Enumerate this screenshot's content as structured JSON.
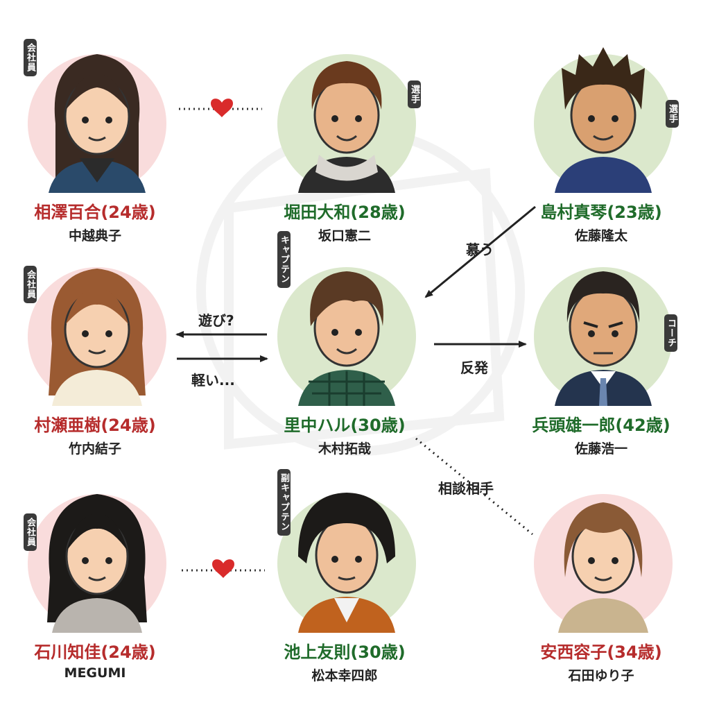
{
  "colors": {
    "female_name": "#b62c2c",
    "male_name": "#1f6b2a",
    "pink_circle": "#f9dcdc",
    "green_circle": "#dbe8cc",
    "heart": "#d92b2b",
    "badge_bg": "#3a3a3a"
  },
  "characters": {
    "aizawa": {
      "name": "相澤百合(24歳)",
      "actor": "中越典子",
      "badge": "会社員"
    },
    "horita": {
      "name": "堀田大和(28歳)",
      "actor": "坂口憲二",
      "badge": "選手"
    },
    "shimamura": {
      "name": "島村真琴(23歳)",
      "actor": "佐藤隆太",
      "badge": "選手"
    },
    "murase": {
      "name": "村瀬亜樹(24歳)",
      "actor": "竹内結子",
      "badge": "会社員"
    },
    "satonaka": {
      "name": "里中ハル(30歳)",
      "actor": "木村拓哉",
      "badge": "キャプテン"
    },
    "hyodo": {
      "name": "兵頭雄一郎(42歳)",
      "actor": "佐藤浩一",
      "badge": "コーチ"
    },
    "ishikawa": {
      "name": "石川知佳(24歳)",
      "actor": "MEGUMI",
      "badge": "会社員"
    },
    "ikegami": {
      "name": "池上友則(30歳)",
      "actor": "松本幸四郎",
      "badge": "副キャプテン"
    },
    "yasunishi": {
      "name": "安西容子(34歳)",
      "actor": "石田ゆり子"
    }
  },
  "relations": {
    "admire": "慕う",
    "play": "遊び?",
    "light": "軽い...",
    "oppose": "反発",
    "advisor": "相談相手"
  }
}
